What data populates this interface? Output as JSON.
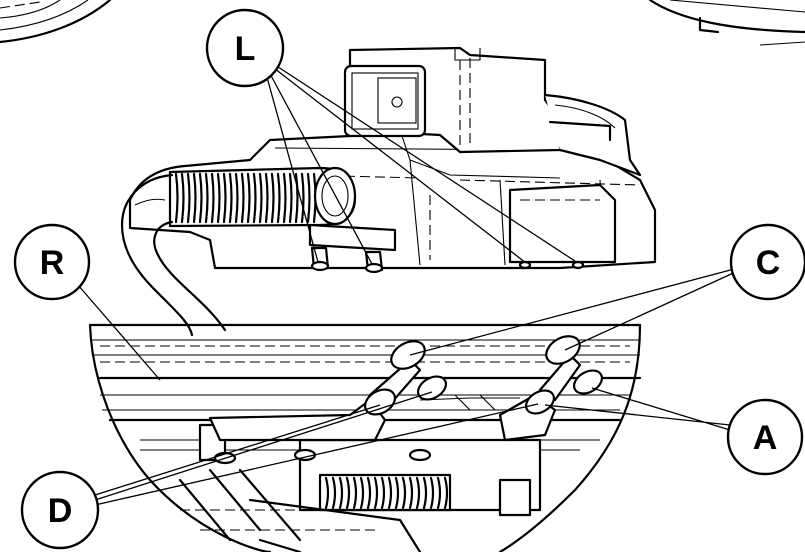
{
  "callouts": {
    "l": "L",
    "r": "R",
    "c": "C",
    "a": "A",
    "d": "D"
  },
  "colors": {
    "stroke": "#000000",
    "background": "#ffffff"
  }
}
